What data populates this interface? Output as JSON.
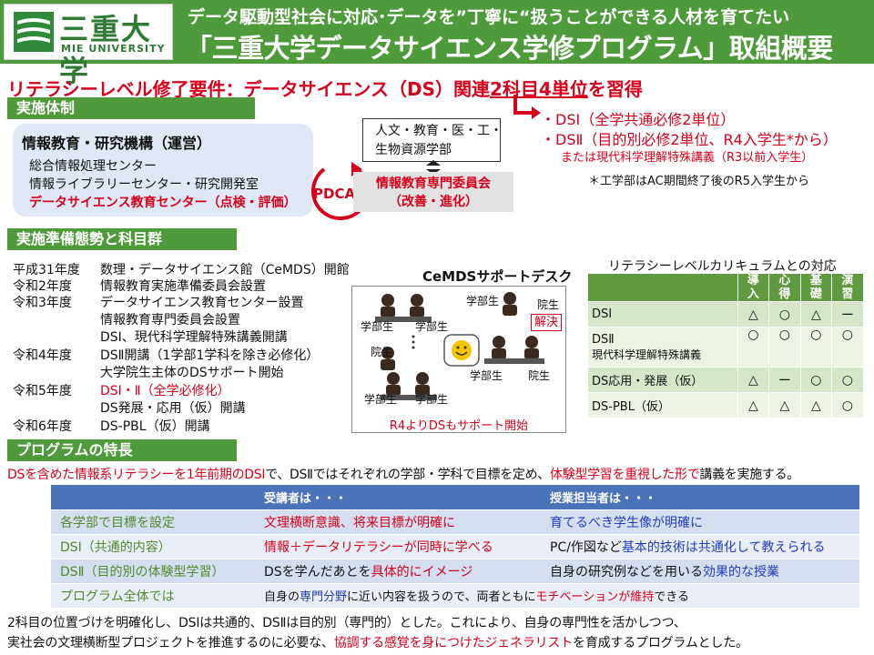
{
  "header": {
    "logo_jp": "三重大学",
    "logo_en": "MIE UNIVERSITY",
    "subtitle": "データ駆動型社会に対応･データを”丁寧に“扱うことができる人材を育てたい",
    "title": "「三重大学データサイエンス学修プログラム」取組概要"
  },
  "requirement": {
    "prefix": "リテラシーレベル修了要件：データサイエンス（DS）関連",
    "highlight": "2科目4単位",
    "suffix": "を習得",
    "ds1": "・DSⅠ（全学共通必修2単位）",
    "ds2": "・DSⅡ（目的別必修2単位、R4入学生*から）",
    "ds2_alt": "または現代科学理解特殊講義（R3以前入学生）",
    "eng_note": "＊工学部はAC期間終了後のR5入学生から"
  },
  "sections": {
    "jisshi": "実施体制",
    "junbi": "実施準備態勢と科目群",
    "tokucho": "プログラムの特長"
  },
  "org": {
    "title": "情報教育・研究機構（運営）",
    "lines": [
      "総合情報処理センター",
      "情報ライブラリーセンター・研究開発室",
      "データサイエンス教育センター（点検・評価）"
    ],
    "pdca": "PDCA",
    "faculties_l1": "人文・教育・医・工・",
    "faculties_l2": "生物資源学部",
    "iinkai_l1": "情報教育専門委員会",
    "iinkai_l2": "（改善・進化）"
  },
  "timeline": [
    {
      "year": "平成31年度",
      "items": [
        "数理・データサイエンス館（CeMDS）開館"
      ]
    },
    {
      "year": "令和2年度",
      "items": [
        "情報教育実施準備委員会設置"
      ]
    },
    {
      "year": "令和3年度",
      "items": [
        "データサイエンス教育センター設置",
        "情報教育専門委員会設置",
        "DSⅠ、現代科学理解特殊講義開講"
      ]
    },
    {
      "year": "令和4年度",
      "items": [
        "DSⅡ開講（1学部1学科を除き必修化）",
        "大学院生主体のDSサポート開始"
      ]
    },
    {
      "year": "令和5年度",
      "items": [
        "DSⅠ・Ⅱ（全学必修化）",
        "DS発展・応用（仮）開講"
      ]
    },
    {
      "year": "令和6年度",
      "items": [
        "DS-PBL（仮）開講"
      ]
    }
  ],
  "support_desk": {
    "title": "CeMDSサポートデスク",
    "student": "学部生",
    "grad": "院生",
    "resolved": "解決",
    "note": "R4よりDSもサポート開始"
  },
  "curriculum": {
    "title": "リテラシーレベルカリキュラムとの対応",
    "headers": [
      [
        "導",
        "入"
      ],
      [
        "心",
        "得"
      ],
      [
        "基",
        "礎"
      ],
      [
        "演",
        "習"
      ]
    ],
    "rows": [
      {
        "name": "DSⅠ",
        "name2": "",
        "marks": [
          "△",
          "○",
          "△",
          "ー"
        ]
      },
      {
        "name": "DSⅡ",
        "name2": "現代科学理解特殊講義",
        "marks": [
          "○",
          "○",
          "○",
          "○"
        ]
      },
      {
        "name": "DS応用・発展（仮）",
        "name2": "",
        "marks": [
          "△",
          "ー",
          "○",
          "○"
        ]
      },
      {
        "name": "DS-PBL（仮）",
        "name2": "",
        "marks": [
          "△",
          "△",
          "△",
          "○"
        ]
      }
    ]
  },
  "summary": {
    "p1": "DSを含めた情報系リテラシーを1年前期のDSⅠ",
    "p2": "で、DSⅡではそれぞれの学部・学科で目標を定め、",
    "p3": "体験型学習を重視した形で",
    "p4": "講義を実施する。"
  },
  "features": {
    "head_recv": "受講者は・・・",
    "head_teach": "授業担当者は・・・",
    "rows": [
      {
        "label": "各学部で目標を設定",
        "recv": "文理横断意識、将来目標が明確に",
        "teach": "育てるべき学生像が明確に"
      },
      {
        "label": "DSⅠ（共通的内容）",
        "recv": "情報＋データリテラシーが同時に学べる",
        "teach_a": "PC/作図など",
        "teach_b": "基本的技術は共通化して教えられる"
      },
      {
        "label": "DSⅡ（目的別の体験型学習）",
        "recv_a": "DSを学んだあとを",
        "recv_b": "具体的にイメージ",
        "teach_a": "自身の研究例などを用いる",
        "teach_b": "効果的な授業"
      },
      {
        "label": "プログラム全体では",
        "all_a": "自身の",
        "all_b": "専門分野",
        "all_c": "に近い内容を扱うので、両者ともに",
        "all_d": "モチベーションが維持",
        "all_e": "できる"
      }
    ]
  },
  "bottom": {
    "line1": "2科目の位置づけを明確化し、DSⅠは共通的、DSⅡは目的別（専門的）とした。これにより、自身の専門性を活かしつつ、",
    "line2_a": "実社会の文理横断型プロジェクトを推進するのに必要な、",
    "line2_b": "協調する感覚を身につけたジェネラリスト",
    "line2_c": "を育成するプログラムとした。"
  },
  "colors": {
    "header_green": "#4f9a3a",
    "accent_red": "#d6001c",
    "table_blue": "#4a73b9",
    "text_blue": "#1f3fbf"
  }
}
